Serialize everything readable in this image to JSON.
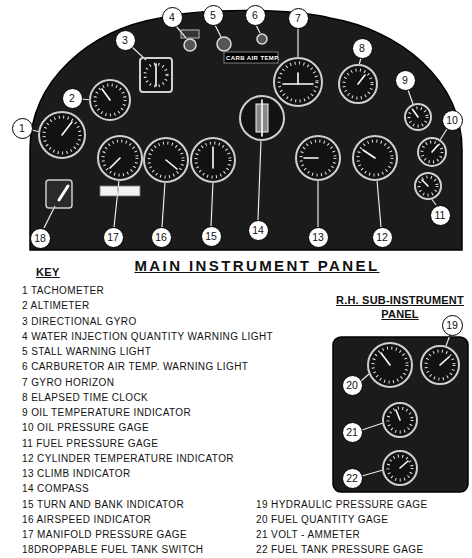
{
  "diagram": {
    "title": "MAIN INSTRUMENT PANEL",
    "nodes": [
      {
        "text": [
          "1"
        ]
      },
      {
        "text": [
          "2"
        ]
      },
      {
        "text": [
          "3"
        ]
      },
      {
        "text": [
          "4"
        ]
      },
      {
        "text": [
          "5"
        ]
      },
      {
        "text": [
          "6"
        ]
      },
      {
        "text": [
          "7"
        ]
      },
      {
        "text": [
          "8"
        ]
      },
      {
        "text": [
          "9"
        ]
      },
      {
        "text": [
          "10"
        ]
      },
      {
        "text": [
          "11"
        ]
      },
      {
        "text": [
          "12"
        ]
      },
      {
        "text": [
          "13"
        ]
      },
      {
        "text": [
          "14"
        ]
      },
      {
        "text": [
          "15"
        ]
      },
      {
        "text": [
          "16"
        ]
      },
      {
        "text": [
          "17"
        ]
      },
      {
        "text": [
          "18"
        ]
      },
      {
        "text": [
          "19"
        ]
      },
      {
        "text": [
          "20"
        ]
      },
      {
        "text": [
          "21"
        ]
      },
      {
        "text": [
          "22"
        ]
      }
    ],
    "labels": [
      "KEY",
      "1 TACHOMETER",
      "2 ALTIMETER",
      "3 DIRECTIONAL GYRO",
      "4 WATER INJECTION QUANTITY WARNING LIGHT",
      "5 STALL WARNING LIGHT",
      "6 CARBURETOR AIR TEMP. WARNING LIGHT",
      "7 GYRO HORIZON",
      "8 ELAPSED TIME CLOCK",
      "9 OIL TEMPERATURE INDICATOR",
      "10 OIL PRESSURE GAGE",
      "11 FUEL PRESSURE GAGE",
      "12 CYLINDER TEMPERATURE INDICATOR",
      "13 CLIMB INDICATOR",
      "14 COMPASS",
      "15 TURN AND BANK INDICATOR",
      "16 AIRSPEED INDICATOR",
      "17 MANIFOLD PRESSURE GAGE",
      "18DROPPABLE FUEL TANK SWITCH",
      "19 HYDRAULIC PRESSURE GAGE",
      "20 FUEL QUANTITY GAGE",
      "21 VOLT - AMMETER",
      "22 FUEL TANK PRESSURE GAGE",
      "R.H. SUB-INSTRUMENT PANEL",
      "CARB AIR TEMP."
    ]
  }
}
